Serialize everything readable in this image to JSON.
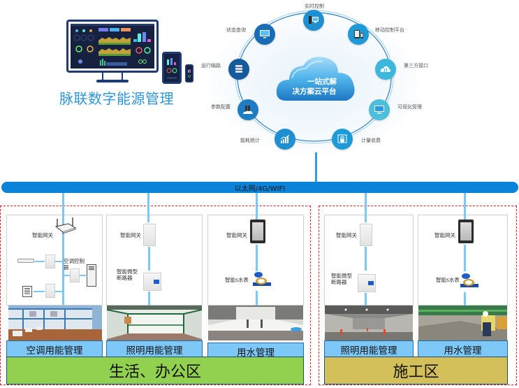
{
  "platform": {
    "name": "脉联数字能源管理",
    "cloud_title_line1": "一站式解",
    "cloud_title_line2": "决方案云平台",
    "features": [
      {
        "label": "实时控制",
        "icon": "desktop-computer-icon"
      },
      {
        "label": "移动控制平台",
        "icon": "tablet-phone-icon"
      },
      {
        "label": "第三方接口",
        "icon": "cloud-transfer-icon"
      },
      {
        "label": "可视化管理",
        "icon": "monitor-icon"
      },
      {
        "label": "计量收费",
        "icon": "hand-meter-icon"
      },
      {
        "label": "能耗统计",
        "icon": "bar-chart-icon"
      },
      {
        "label": "参数配置",
        "icon": "server-cloud-icon"
      },
      {
        "label": "运行输路",
        "icon": "server-rack-icon"
      },
      {
        "label": "状态查询",
        "icon": "display-icon"
      }
    ]
  },
  "network": {
    "label": "以太网/4G/WIFI"
  },
  "zones": [
    {
      "name": "生活、办公区",
      "color": "#92d050",
      "panels": [
        {
          "category": "空调用能管理",
          "gateway_label": "智能网关",
          "controller_label_line1": "空调控制",
          "controller_label_line2": "器",
          "photo": "dormitory-exterior-with-ac-units"
        },
        {
          "category": "照明用能管理",
          "gateway_label": "智能网关",
          "device_label_line1": "智能微型",
          "device_label_line2": "断路器",
          "photo": "office-room-interior"
        },
        {
          "category": "用水管理",
          "gateway_label": "智能网关",
          "device_label": "智能s水表",
          "photo": "washroom-sinks"
        }
      ]
    },
    {
      "name": "施工区",
      "color": "#d4c05a",
      "panels": [
        {
          "category": "照明用能管理",
          "gateway_label": "智能网关",
          "device_label_line1": "智能微型",
          "device_label_line2": "断路器",
          "photo": "underground-construction-garage"
        },
        {
          "category": "用水管理",
          "gateway_label": "智能网关",
          "device_label": "智能s水表",
          "photo": "construction-site-worker"
        }
      ]
    }
  ],
  "colors": {
    "bus": "#0a84d9",
    "link": "#7cc8f2",
    "zone_border": "#e02020",
    "category_bg": "#7dc8f7",
    "brand_text": "#2e95d8"
  }
}
